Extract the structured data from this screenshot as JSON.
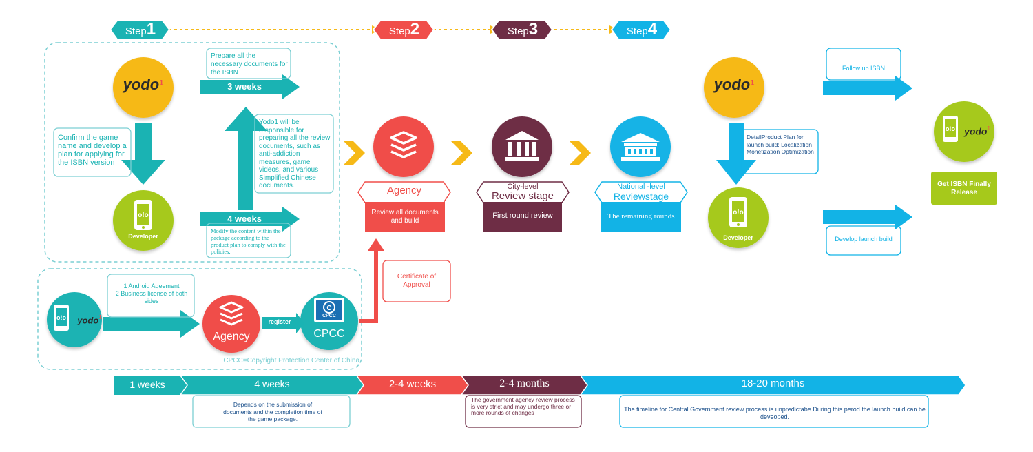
{
  "colors": {
    "teal": "#1ab3b3",
    "red": "#f04e4a",
    "maroon": "#6e2d45",
    "blue": "#12b3e6",
    "lime": "#a6c91b",
    "yellow": "#f6b917",
    "orange": "#f6a21b"
  },
  "steps": [
    {
      "word": "Step",
      "num": "1"
    },
    {
      "word": "Step",
      "num": "2"
    },
    {
      "word": "Step",
      "num": "3"
    },
    {
      "word": "Step",
      "num": "4"
    }
  ],
  "phase1": {
    "yodo_logo": "yodo",
    "yodo_logo_sup": "1",
    "confirm_text": "Confirm the game name and develop a plan for applying for the ISBN version",
    "developer_label": "Developer",
    "prepare_text": "Prepare all the necessary documents for the ISBN",
    "three_weeks": "3 weeks",
    "responsible_text": "Yodo1 will be responsible for preparing all the review documents, such as anti-addiction measures, game videos, and various Simplified Chinese documents.",
    "four_weeks": "4 weeks",
    "modify_text": "Modify the content within the package according to the product plan to comply with the policies."
  },
  "registration": {
    "agreement_line1": "1 Android Ageement",
    "agreement_line2": "2 Business license of both sides",
    "agency_label": "Agency",
    "register_label": "register",
    "cpcc_label": "CPCC",
    "cpcc_badge": "CPCC",
    "cpcc_footnote": "CPCC=Copyright Protection Center of China",
    "certificate_text": "Certificate of Approval"
  },
  "phase2": {
    "agency_title": "Agency",
    "agency_desc": "Review all documents and build"
  },
  "phase3": {
    "city_line1": "City-level",
    "city_line2": "Review stage",
    "city_desc": "First round review"
  },
  "phase4": {
    "national_line1": "National -level",
    "national_line2": "Reviewstage",
    "national_desc": "The remaining rounds"
  },
  "phase5": {
    "follow_up": "Follow up ISBN",
    "plan_text": "DetailProduct Plan for launch build: Localization Monetization Optimization",
    "developer_label": "Developer",
    "develop_launch": "Develop launch build",
    "get_isbn": "Get ISBN Finally Release"
  },
  "timeline": [
    {
      "label": "1 weeks"
    },
    {
      "label": "4 weeks"
    },
    {
      "label": "2-4 weeks"
    },
    {
      "label": "2-4 months"
    },
    {
      "label": "18-20 months"
    }
  ],
  "notes": {
    "depends": "Depends on the submission of documents and the completion time of the game package.",
    "government": "The government agency review process is very strict and may undergo three or more rounds of changes",
    "central": "The timeline for Central Government review process is unpredictabe.During this perod the launch build can be deveoped."
  }
}
